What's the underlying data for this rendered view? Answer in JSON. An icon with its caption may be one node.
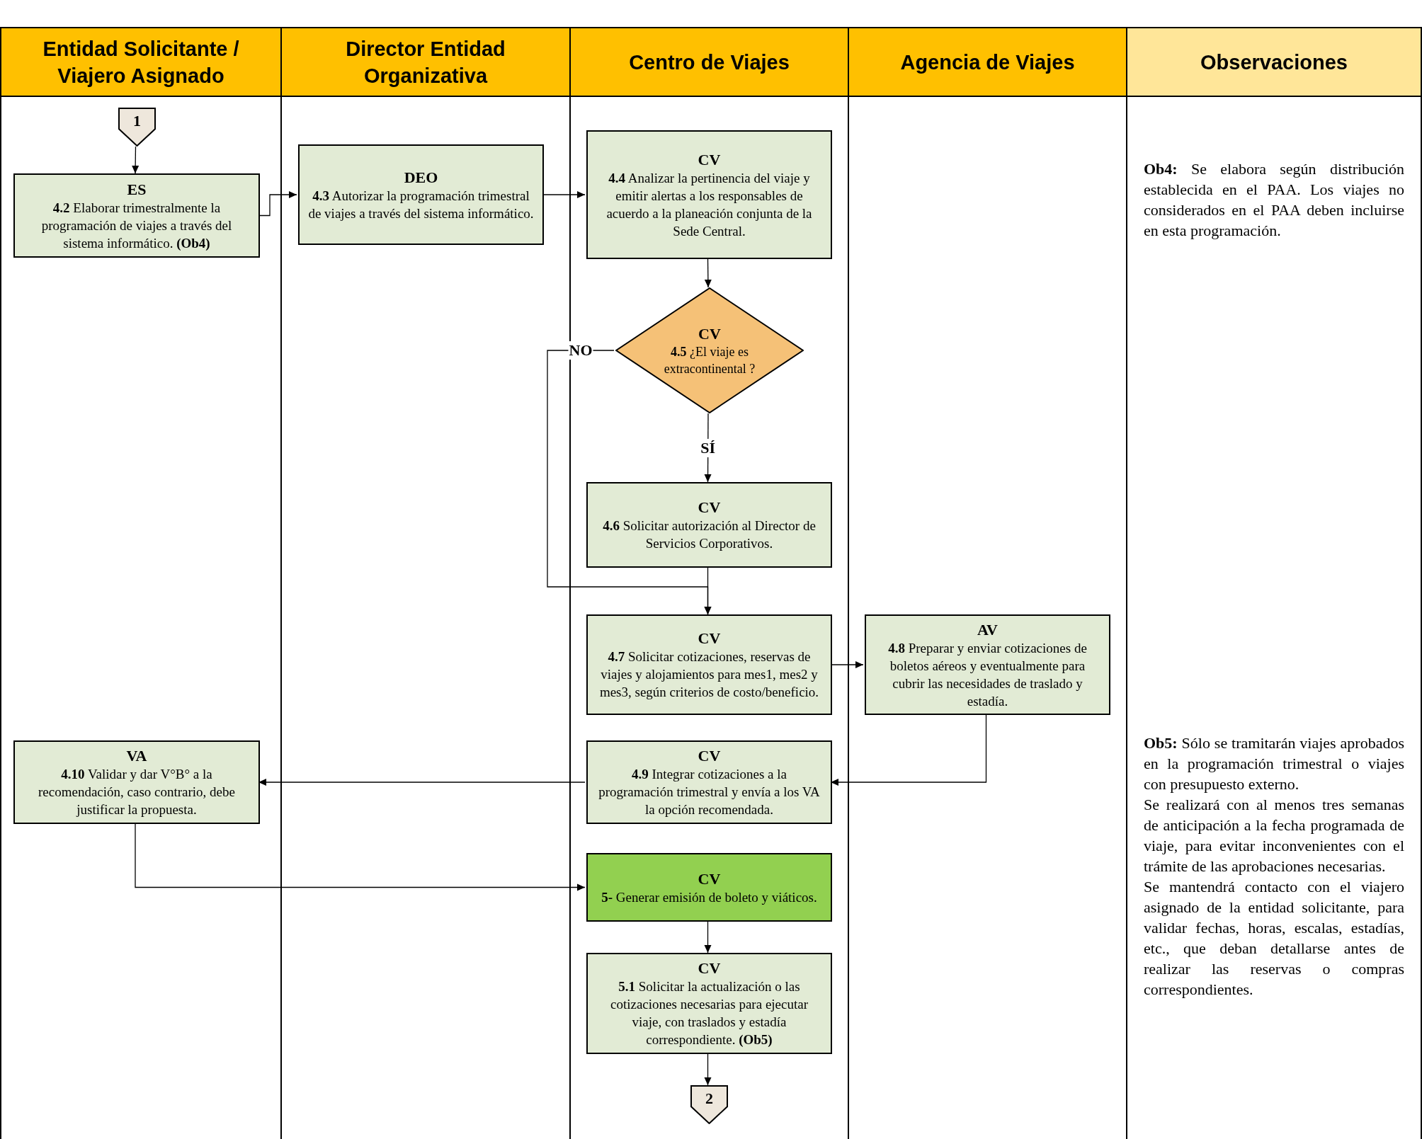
{
  "diagram": {
    "nodes": [
      {
        "text": [
          "Entidad Solicitante / Viajero Asignado"
        ]
      },
      {
        "text": [
          "Director Entidad Organizativa"
        ]
      },
      {
        "text": [
          "Centro de Viajes"
        ]
      },
      {
        "text": [
          "Agencia de Viajes"
        ]
      },
      {
        "text": [
          "Observaciones",
          "**Ob4:** Se elabora según distribución establecida en el PAA. Los viajes no considerados en el PAA deben incluirse en esta programación.",
          "**Ob5:** Sólo se tramitarán viajes aprobados en la programación trimestral o viajes con presupuesto externo.",
          "Se realizará con al menos tres semanas de anticipación a la fecha programada de viaje, para evitar inconvenientes con el trámite de las aprobaciones necesarias.",
          "Se mantendrá contacto con el viajero asignado de la entidad solicitante, para validar fechas, horas, escalas, estadías, etc., que deban detallarse antes de realizar las reservas o compras correspondientes."
        ]
      },
      {
        "text": [
          "1"
        ],
        "in": 0
      },
      {
        "text": [
          "ES",
          "**4.2** Elaborar trimestralmente la programación de viajes a través del sistema informático. **(Ob4)**"
        ],
        "in": 0
      },
      {
        "text": [
          "DEO",
          "**4.3** Autorizar la programación trimestral de viajes a través del sistema informático."
        ],
        "in": 1
      },
      {
        "text": [
          "CV",
          "**4.4** Analizar la pertinencia del viaje y emitir alertas a los responsables de acuerdo a la planeación conjunta de la Sede Central."
        ],
        "in": 2
      },
      {
        "text": [
          "CV",
          "**4.5** ¿El viaje es extracontinental ?"
        ],
        "in": 2
      },
      {
        "text": [
          "CV",
          "**4.6** Solicitar autorización al Director de Servicios Corporativos."
        ],
        "in": 2
      },
      {
        "text": [
          "CV",
          "**4.7** Solicitar cotizaciones, reservas de viajes y alojamientos para mes1, mes2 y mes3, según criterios de costo/beneficio."
        ],
        "in": 2
      },
      {
        "text": [
          "AV",
          "**4.8** Preparar y enviar cotizaciones de boletos aéreos y eventualmente para cubrir las necesidades de traslado y estadía."
        ],
        "in": 3
      },
      {
        "text": [
          "CV",
          "**4.9** Integrar cotizaciones a la programación trimestral y envía a los VA la opción recomendada."
        ],
        "in": 2
      },
      {
        "text": [
          "VA",
          "**4.10** Validar y dar V°B° a la recomendación, caso contrario, debe justificar la propuesta."
        ],
        "in": 0
      },
      {
        "text": [
          "CV",
          "**5-** Generar emisión de boleto y viáticos."
        ],
        "in": 2
      },
      {
        "text": [
          "CV",
          "**5.1** Solicitar la actualización o las cotizaciones necesarias para ejecutar viaje, con traslados y estadía correspondiente.  **(Ob5)**"
        ],
        "in": 2
      },
      {
        "text": [
          "2"
        ],
        "in": 2
      }
    ],
    "edges": [
      {
        "from": 5,
        "to": 6,
        "arrow": "to"
      },
      {
        "from": 6,
        "to": 7,
        "arrow": "to"
      },
      {
        "from": 7,
        "to": 8,
        "arrow": "to"
      },
      {
        "from": 8,
        "to": 9,
        "arrow": "to"
      },
      {
        "from": 9,
        "to": 10,
        "arrow": "to",
        "label": "SÍ"
      },
      {
        "from": 9,
        "to": 11,
        "arrow": "to",
        "label": "NO"
      },
      {
        "from": 10,
        "to": 11,
        "arrow": "to"
      },
      {
        "from": 11,
        "to": 12,
        "arrow": "to"
      },
      {
        "from": 12,
        "to": 13,
        "arrow": "to"
      },
      {
        "from": 13,
        "to": 14,
        "arrow": "to"
      },
      {
        "from": 14,
        "to": 15,
        "arrow": "to"
      },
      {
        "from": 15,
        "to": 16,
        "arrow": "to"
      },
      {
        "from": 16,
        "to": 17,
        "arrow": "to"
      }
    ]
  }
}
